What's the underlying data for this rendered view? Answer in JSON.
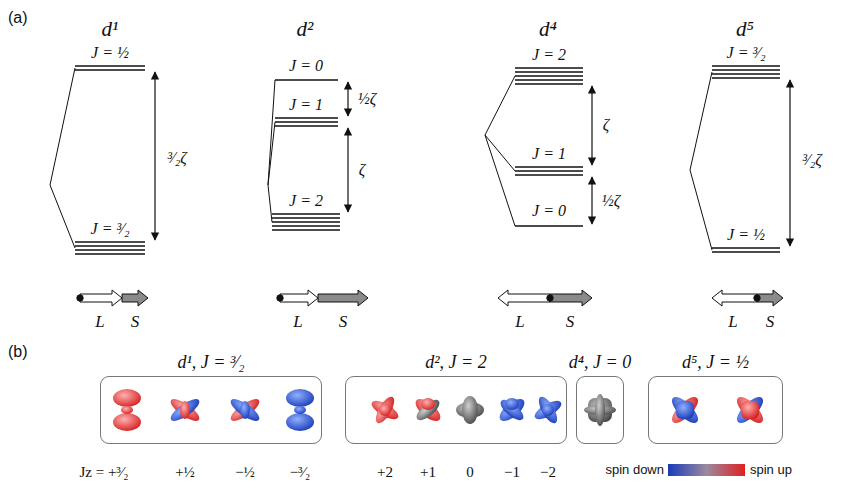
{
  "diagram": {
    "nodes": [
      {
        "text": [
          "d¹, J = ³⁄₂"
        ]
      },
      {
        "text": [
          "d², J = 2"
        ]
      },
      {
        "text": [
          "d⁴, J = 0"
        ]
      },
      {
        "text": [
          "d⁵, J = ½"
        ]
      }
    ],
    "labels": [
      "(a)",
      "d¹",
      "d²",
      "d⁴",
      "d⁵",
      "J = ½",
      "J = ³⁄₂",
      "³⁄₂ζ",
      "L",
      "S",
      "J = 0",
      "½ζ",
      "J = 1",
      "ζ",
      "J = 2",
      "L",
      "S",
      "J = 2",
      "ζ",
      "J = 1",
      "½ζ",
      "J = 0",
      "L",
      "S",
      "J = ³⁄₂",
      "³⁄₂ζ",
      "J = ½",
      "L",
      "S",
      "(b)",
      "Jz = +³⁄₂",
      "+½",
      "−½",
      "−³⁄₂",
      "+2",
      "+1",
      "0",
      "−1",
      "−2",
      "spin down",
      "spin up"
    ]
  }
}
